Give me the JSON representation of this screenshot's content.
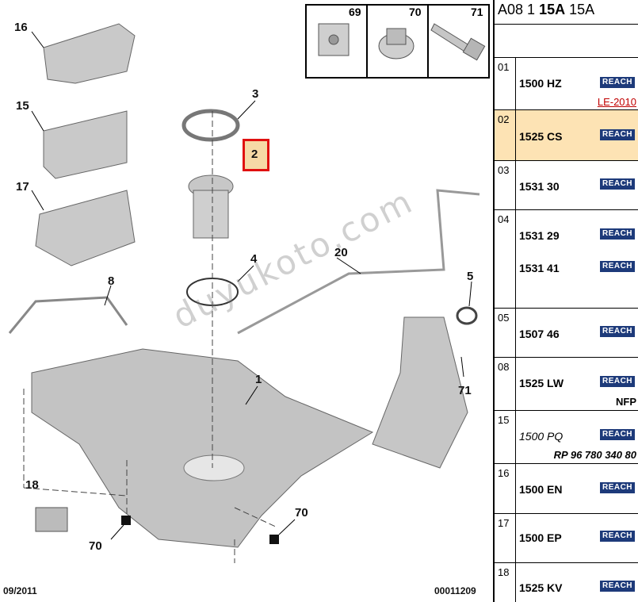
{
  "diagram": {
    "callouts": [
      "16",
      "15",
      "17",
      "8",
      "3",
      "2",
      "4",
      "20",
      "5",
      "1",
      "71",
      "18",
      "70",
      "70"
    ],
    "thumbnails": [
      "69",
      "70",
      "71"
    ],
    "watermark": "duyukoto.com",
    "footer_left": "09/2011",
    "footer_right": "00011209"
  },
  "panel": {
    "title_prefix": "A08 1",
    "title_bold": "15A",
    "title_suffix": "15A",
    "badge_label": "REACH",
    "rows": [
      {
        "index": "01",
        "ref": "1500 HZ",
        "note": "LE-2010"
      },
      {
        "index": "02",
        "ref": "1525 CS"
      },
      {
        "index": "03",
        "ref": "1531 30"
      },
      {
        "index": "04",
        "ref": "1531 29",
        "ref2": "1531 41"
      },
      {
        "index": "05",
        "ref": "1507 46"
      },
      {
        "index": "08",
        "ref": "1525 LW",
        "note": "NFP"
      },
      {
        "index": "15",
        "ref": "1500 PQ",
        "note": "RP 96 780 340 80"
      },
      {
        "index": "16",
        "ref": "1500 EN"
      },
      {
        "index": "17",
        "ref": "1500 EP"
      },
      {
        "index": "18",
        "ref": "1525 KV"
      }
    ]
  }
}
